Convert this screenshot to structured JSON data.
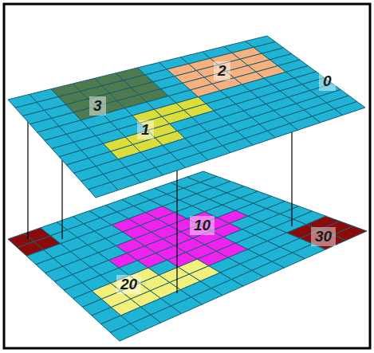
{
  "diagram": {
    "labels": [
      "2",
      "0",
      "3",
      "1",
      "10",
      "30",
      "20"
    ]
  }
}
